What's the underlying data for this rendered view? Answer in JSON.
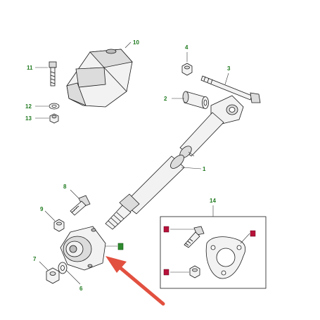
{
  "diagram": {
    "labels": {
      "p1": "1",
      "p2": "2",
      "p3": "3",
      "p4": "4",
      "p6": "6",
      "p7": "7",
      "p8": "8",
      "p9": "9",
      "p10": "10",
      "p11": "11",
      "p12": "12",
      "p13": "13",
      "p14": "14"
    },
    "colors": {
      "label_text": "#1f7a1f",
      "tag_fill": "#b8123a",
      "tag_green": "#2e8b2e",
      "arrow": "#e2503f",
      "outline": "#1a1a1a"
    },
    "icons": {
      "callout_tag": "red-square-tag",
      "marker_tag": "green-square-tag",
      "pointer": "red-arrow"
    }
  }
}
